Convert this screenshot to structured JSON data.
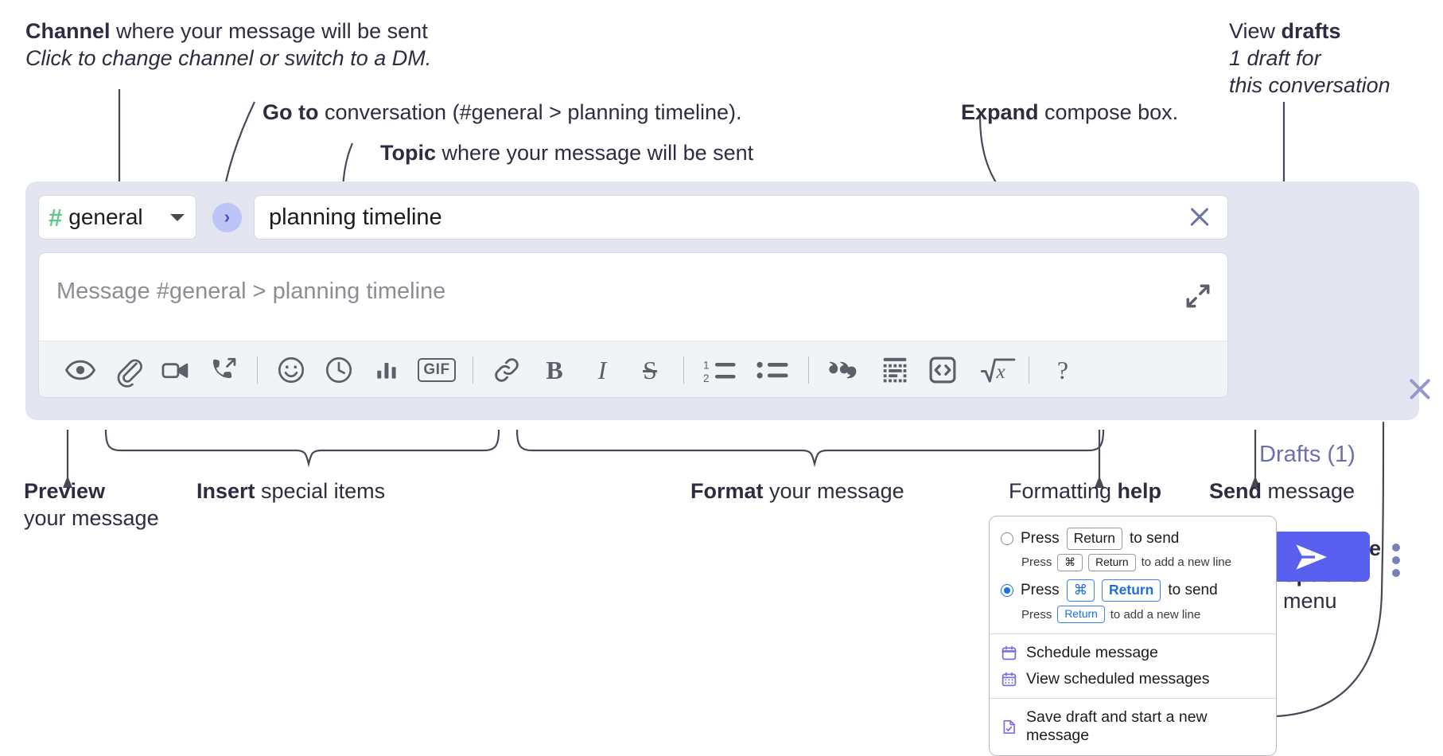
{
  "annotations": {
    "channel": {
      "bold": "Channel",
      "rest": " where your message will be sent",
      "italic": "Click to change channel or switch to a DM."
    },
    "goto": {
      "bold": "Go to",
      "rest": " conversation (#general > planning timeline)."
    },
    "topic": {
      "bold": "Topic",
      "rest": " where your message will be sent"
    },
    "expand": {
      "bold": "Expand",
      "rest": " compose box."
    },
    "drafts": {
      "plain": "View ",
      "bold": "drafts",
      "italic1": "1 draft for",
      "italic2": "this conversation"
    },
    "preview": {
      "bold": "Preview",
      "rest": "your message"
    },
    "insert": {
      "bold": "Insert",
      "rest": " special items"
    },
    "format": {
      "bold": "Format",
      "rest": " your message"
    },
    "help": {
      "plain": "Formatting ",
      "bold": "help"
    },
    "send": {
      "bold": "Send",
      "rest": " message"
    },
    "compose_options": {
      "bold1": "Compose",
      "bold2": "options",
      "rest": "menu"
    }
  },
  "compose": {
    "channel_name": "general",
    "hash_symbol": "#",
    "goto_symbol": "›",
    "topic_value": "planning timeline",
    "message_placeholder": "Message #general > planning timeline",
    "drafts_label": "Drafts (1)",
    "toolbar_icons": [
      {
        "name": "preview-eye-icon",
        "label": "Preview"
      },
      {
        "name": "attachment-paperclip-icon",
        "label": "Attach file"
      },
      {
        "name": "video-camera-icon",
        "label": "Record video clip"
      },
      {
        "name": "audio-call-icon",
        "label": "Record audio clip"
      },
      {
        "name": "emoji-smiley-icon",
        "label": "Emoji"
      },
      {
        "name": "clock-icon",
        "label": "Reminder"
      },
      {
        "name": "poll-bar-chart-icon",
        "label": "Poll"
      },
      {
        "name": "gif-icon",
        "label": "GIF"
      },
      {
        "name": "link-icon",
        "label": "Link"
      },
      {
        "name": "bold-icon",
        "label": "B"
      },
      {
        "name": "italic-icon",
        "label": "I"
      },
      {
        "name": "strikethrough-icon",
        "label": "S"
      },
      {
        "name": "ordered-list-icon",
        "label": "Ordered list"
      },
      {
        "name": "bulleted-list-icon",
        "label": "Bulleted list"
      },
      {
        "name": "blockquote-icon",
        "label": "Blockquote"
      },
      {
        "name": "code-block-icon",
        "label": "Code block"
      },
      {
        "name": "inline-code-icon",
        "label": "Code"
      },
      {
        "name": "math-latex-icon",
        "label": "Math"
      },
      {
        "name": "formatting-help-icon",
        "label": "?"
      }
    ],
    "gif_label": "GIF",
    "bold_label": "B",
    "italic_label": "I",
    "strike_label": "S",
    "help_label": "?",
    "ordered_1": "1",
    "ordered_2": "2"
  },
  "options_menu": {
    "option_return": {
      "pre": "Press",
      "key": "Return",
      "post": "to send",
      "selected": false
    },
    "option_return_sub": {
      "pre": "Press",
      "key1": "⌘",
      "key2": "Return",
      "post": "to add a new line"
    },
    "option_cmd_return": {
      "pre": "Press",
      "key1": "⌘",
      "key2": "Return",
      "post": "to send",
      "selected": true
    },
    "option_cmd_return_sub": {
      "pre": "Press",
      "key": "Return",
      "post": "to add a new line"
    },
    "items": [
      {
        "name": "schedule-message",
        "icon": "calendar-icon",
        "label": "Schedule message"
      },
      {
        "name": "view-scheduled-messages",
        "icon": "calendar-grid-icon",
        "label": "View scheduled messages"
      },
      {
        "name": "save-draft-new-message",
        "icon": "draft-check-icon",
        "label": "Save draft and start a new message"
      }
    ]
  },
  "colors": {
    "panel_bg": "#e3e5f1",
    "accent_send": "#595fee",
    "hash_green": "#5fc88a",
    "drafts_purple": "#6c6fb0",
    "goto_bg": "#bcc5f5",
    "text_dark": "#2f2c42"
  }
}
